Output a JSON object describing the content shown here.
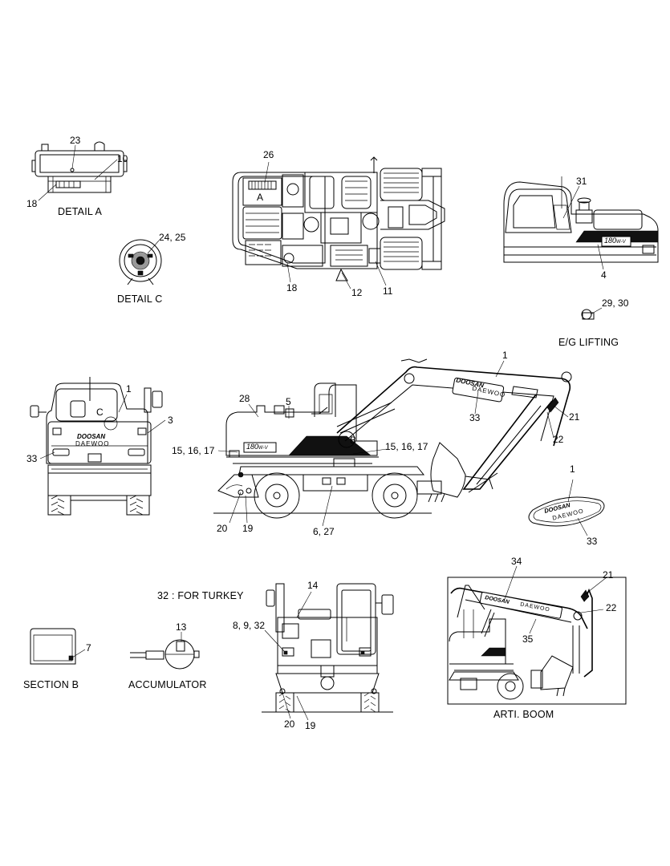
{
  "captions": {
    "detail_a": "DETAIL  A",
    "detail_c": "DETAIL  C",
    "eg_lifting": "E/G LIFTING",
    "section_b": "SECTION  B",
    "accumulator": "ACCUMULATOR",
    "arti_boom": "ARTI. BOOM",
    "for_turkey": "32 : FOR TURKEY"
  },
  "view_letters": {
    "a": "A",
    "b": "B",
    "c": "C"
  },
  "decals": {
    "brand_top": "DOOSAN",
    "brand_bottom": "DAEWOO",
    "model": "180",
    "model_suffix": "W-V"
  },
  "callouts": [
    {
      "id": "c-23",
      "text": "23"
    },
    {
      "id": "c-10",
      "text": "10"
    },
    {
      "id": "c-18a",
      "text": "18"
    },
    {
      "id": "c-26",
      "text": "26"
    },
    {
      "id": "c-18b",
      "text": "18"
    },
    {
      "id": "c-12",
      "text": "12"
    },
    {
      "id": "c-11",
      "text": "11"
    },
    {
      "id": "c-31",
      "text": "31"
    },
    {
      "id": "c-4",
      "text": "4"
    },
    {
      "id": "c-24-25",
      "text": "24, 25"
    },
    {
      "id": "c-29-30",
      "text": "29, 30"
    },
    {
      "id": "c-1a",
      "text": "1"
    },
    {
      "id": "c-3",
      "text": "3"
    },
    {
      "id": "c-33a",
      "text": "33"
    },
    {
      "id": "c-28",
      "text": "28"
    },
    {
      "id": "c-5",
      "text": "5"
    },
    {
      "id": "c-15-16-17a",
      "text": "15, 16, 17"
    },
    {
      "id": "c-15-16-17b",
      "text": "15, 16, 17"
    },
    {
      "id": "c-20a",
      "text": "20"
    },
    {
      "id": "c-19a",
      "text": "19"
    },
    {
      "id": "c-6-27",
      "text": "6, 27"
    },
    {
      "id": "c-1b",
      "text": "1"
    },
    {
      "id": "c-33b",
      "text": "33"
    },
    {
      "id": "c-21a",
      "text": "21"
    },
    {
      "id": "c-22a",
      "text": "22"
    },
    {
      "id": "c-1c",
      "text": "1"
    },
    {
      "id": "c-33c",
      "text": "33"
    },
    {
      "id": "c-14",
      "text": "14"
    },
    {
      "id": "c-8-9-32",
      "text": "8, 9, 32"
    },
    {
      "id": "c-20b",
      "text": "20"
    },
    {
      "id": "c-19b",
      "text": "19"
    },
    {
      "id": "c-13",
      "text": "13"
    },
    {
      "id": "c-7",
      "text": "7"
    },
    {
      "id": "c-34",
      "text": "34"
    },
    {
      "id": "c-21b",
      "text": "21"
    },
    {
      "id": "c-22b",
      "text": "22"
    },
    {
      "id": "c-35",
      "text": "35"
    }
  ]
}
